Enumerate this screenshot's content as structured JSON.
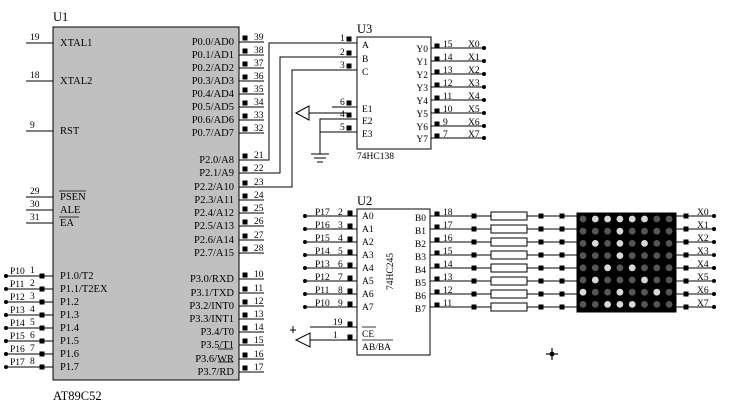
{
  "u1": {
    "designator": "U1",
    "part": "AT89C52",
    "left_pins": [
      {
        "num": "19",
        "name": "XTAL1"
      },
      {
        "num": "18",
        "name": "XTAL2"
      },
      {
        "num": "9",
        "name": "RST"
      },
      {
        "num": "29",
        "name": "PSEN"
      },
      {
        "num": "30",
        "name": "ALE"
      },
      {
        "num": "31",
        "name": "EA"
      },
      {
        "num": "1",
        "name": "P1.0/T2"
      },
      {
        "num": "2",
        "name": "P1.1/T2EX"
      },
      {
        "num": "3",
        "name": "P1.2"
      },
      {
        "num": "4",
        "name": "P1.3"
      },
      {
        "num": "5",
        "name": "P1.4"
      },
      {
        "num": "6",
        "name": "P1.5"
      },
      {
        "num": "7",
        "name": "P1.6"
      },
      {
        "num": "8",
        "name": "P1.7"
      }
    ],
    "left_nets": [
      "P10",
      "P11",
      "P12",
      "P13",
      "P14",
      "P15",
      "P16",
      "P17"
    ],
    "right_pins": [
      {
        "num": "39",
        "name": "P0.0/AD0"
      },
      {
        "num": "38",
        "name": "P0.1/AD1"
      },
      {
        "num": "37",
        "name": "P0.2/AD2"
      },
      {
        "num": "36",
        "name": "P0.3/AD3"
      },
      {
        "num": "35",
        "name": "P0.4/AD4"
      },
      {
        "num": "34",
        "name": "P0.5/AD5"
      },
      {
        "num": "33",
        "name": "P0.6/AD6"
      },
      {
        "num": "32",
        "name": "P0.7/AD7"
      },
      {
        "num": "21",
        "name": "P2.0/A8"
      },
      {
        "num": "22",
        "name": "P2.1/A9"
      },
      {
        "num": "23",
        "name": "P2.2/A10"
      },
      {
        "num": "24",
        "name": "P2.3/A11"
      },
      {
        "num": "25",
        "name": "P2.4/A12"
      },
      {
        "num": "26",
        "name": "P2.5/A13"
      },
      {
        "num": "27",
        "name": "P2.6/A14"
      },
      {
        "num": "28",
        "name": "P2.7/A15"
      },
      {
        "num": "10",
        "name": "P3.0/RXD"
      },
      {
        "num": "11",
        "name": "P3.1/TXD"
      },
      {
        "num": "12",
        "name": "P3.2/INT0"
      },
      {
        "num": "13",
        "name": "P3.3/INT1"
      },
      {
        "num": "14",
        "name": "P3.4/T0"
      },
      {
        "num": "15",
        "name": "P3.5/T1"
      },
      {
        "num": "16",
        "name": "P3.6/WR"
      },
      {
        "num": "17",
        "name": "P3.7/RD"
      }
    ]
  },
  "u3": {
    "designator": "U3",
    "part": "74HC138",
    "left_pins": [
      {
        "num": "1",
        "name": "A"
      },
      {
        "num": "2",
        "name": "B"
      },
      {
        "num": "3",
        "name": "C"
      },
      {
        "num": "6",
        "name": "E1"
      },
      {
        "num": "4",
        "name": "E2"
      },
      {
        "num": "5",
        "name": "E3"
      }
    ],
    "right_pins": [
      {
        "num": "15",
        "name": "Y0",
        "net": "X0"
      },
      {
        "num": "14",
        "name": "Y1",
        "net": "X1"
      },
      {
        "num": "13",
        "name": "Y2",
        "net": "X2"
      },
      {
        "num": "12",
        "name": "Y3",
        "net": "X3"
      },
      {
        "num": "11",
        "name": "Y4",
        "net": "X4"
      },
      {
        "num": "10",
        "name": "Y5",
        "net": "X5"
      },
      {
        "num": "9",
        "name": "Y6",
        "net": "X6"
      },
      {
        "num": "7",
        "name": "Y7",
        "net": "X7"
      }
    ]
  },
  "u2": {
    "designator": "U2",
    "part": "74HC245",
    "left_pins": [
      {
        "num": "2",
        "name": "A0",
        "net": "P17"
      },
      {
        "num": "3",
        "name": "A1",
        "net": "P16"
      },
      {
        "num": "4",
        "name": "A2",
        "net": "P15"
      },
      {
        "num": "5",
        "name": "A3",
        "net": "P14"
      },
      {
        "num": "6",
        "name": "A4",
        "net": "P13"
      },
      {
        "num": "7",
        "name": "A5",
        "net": "P12"
      },
      {
        "num": "8",
        "name": "A6",
        "net": "P11"
      },
      {
        "num": "9",
        "name": "A7",
        "net": "P10"
      }
    ],
    "ctrl_pins": [
      {
        "num": "19",
        "name": "CE"
      },
      {
        "num": "1",
        "name": "AB/BA"
      }
    ],
    "right_pins": [
      {
        "num": "18",
        "name": "B0"
      },
      {
        "num": "17",
        "name": "B1"
      },
      {
        "num": "16",
        "name": "B2"
      },
      {
        "num": "15",
        "name": "B3"
      },
      {
        "num": "14",
        "name": "B4"
      },
      {
        "num": "13",
        "name": "B5"
      },
      {
        "num": "12",
        "name": "B6"
      },
      {
        "num": "11",
        "name": "B7"
      }
    ]
  },
  "matrix_nets": [
    "X0",
    "X1",
    "X2",
    "X3",
    "X4",
    "X5",
    "X6",
    "X7"
  ],
  "colors": {
    "chip_fill": "#c0c0c0",
    "matrix_bg": "#000000",
    "led_off": "#555555",
    "led_on": "#d8d8d8"
  }
}
